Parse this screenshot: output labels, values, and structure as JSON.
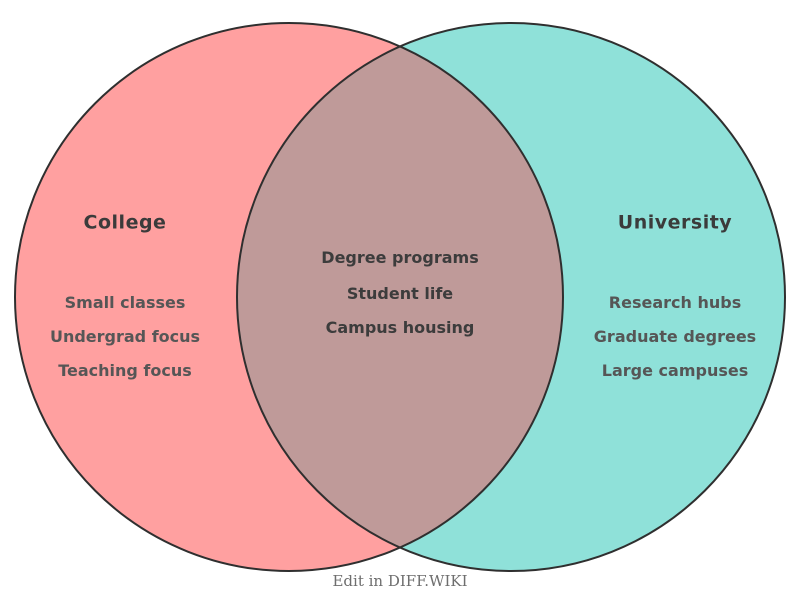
{
  "venn": {
    "left": {
      "title": "College",
      "items": [
        "Small classes",
        "Undergrad focus",
        "Teaching focus"
      ],
      "color": "#FFA0A0"
    },
    "right": {
      "title": "University",
      "items": [
        "Research hubs",
        "Graduate degrees",
        "Large campuses"
      ],
      "color": "#8FE1D9"
    },
    "intersection": {
      "items": [
        "Degree programs",
        "Student life",
        "Campus housing"
      ],
      "color": "#BF9A99"
    },
    "outline_color": "#2F2F2F",
    "footer": "Edit in DIFF.WIKI"
  }
}
